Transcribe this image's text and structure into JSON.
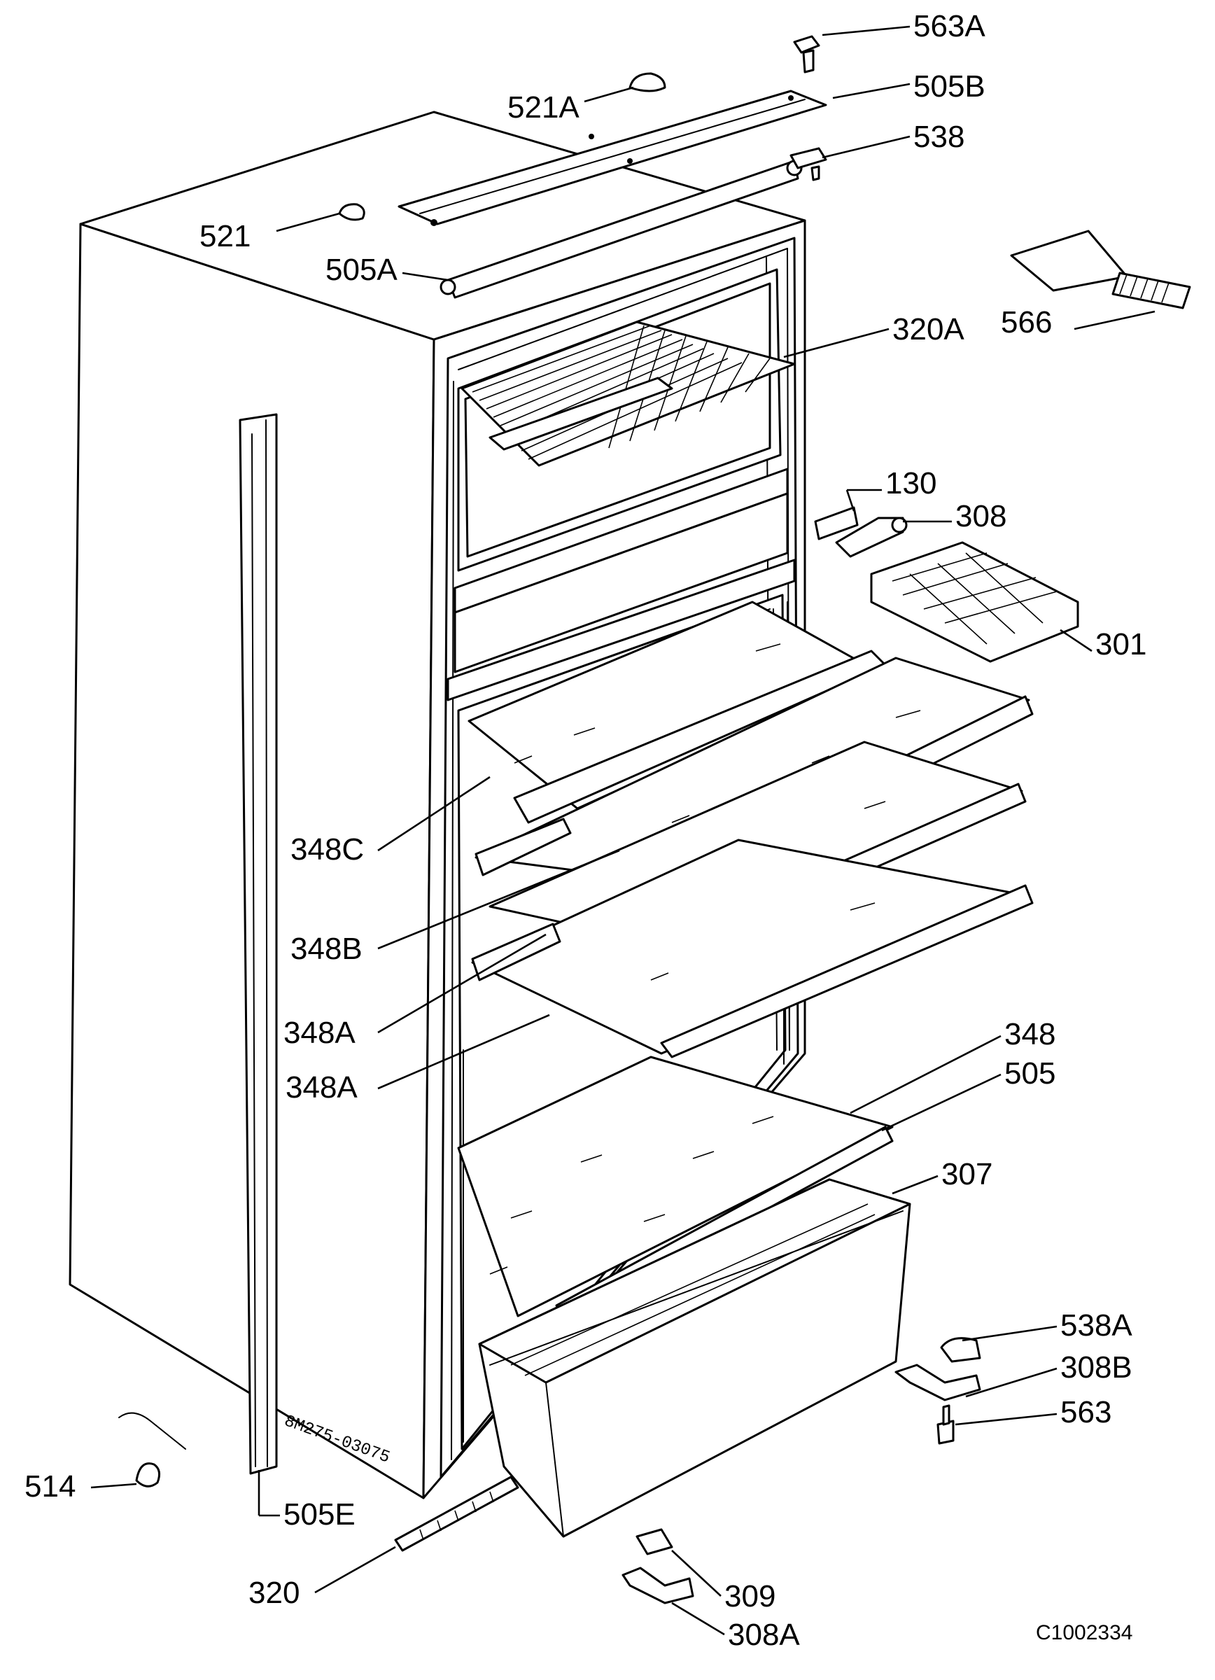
{
  "figure_code": "C1002334",
  "cabinet_stamp": "8M275-03075",
  "callouts": [
    {
      "id": "563A",
      "label": "563A"
    },
    {
      "id": "521A",
      "label": "521A"
    },
    {
      "id": "505B",
      "label": "505B"
    },
    {
      "id": "538",
      "label": "538"
    },
    {
      "id": "521",
      "label": "521"
    },
    {
      "id": "505A",
      "label": "505A"
    },
    {
      "id": "566",
      "label": "566"
    },
    {
      "id": "320A",
      "label": "320A"
    },
    {
      "id": "130",
      "label": "130"
    },
    {
      "id": "308",
      "label": "308"
    },
    {
      "id": "301",
      "label": "301"
    },
    {
      "id": "348C",
      "label": "348C"
    },
    {
      "id": "348B",
      "label": "348B"
    },
    {
      "id": "348A-upper",
      "label": "348A"
    },
    {
      "id": "348A-lower",
      "label": "348A"
    },
    {
      "id": "348",
      "label": "348"
    },
    {
      "id": "505",
      "label": "505"
    },
    {
      "id": "307",
      "label": "307"
    },
    {
      "id": "538A",
      "label": "538A"
    },
    {
      "id": "308B",
      "label": "308B"
    },
    {
      "id": "563",
      "label": "563"
    },
    {
      "id": "514",
      "label": "514"
    },
    {
      "id": "505E",
      "label": "505E"
    },
    {
      "id": "320",
      "label": "320"
    },
    {
      "id": "309",
      "label": "309"
    },
    {
      "id": "308A",
      "label": "308A"
    }
  ]
}
